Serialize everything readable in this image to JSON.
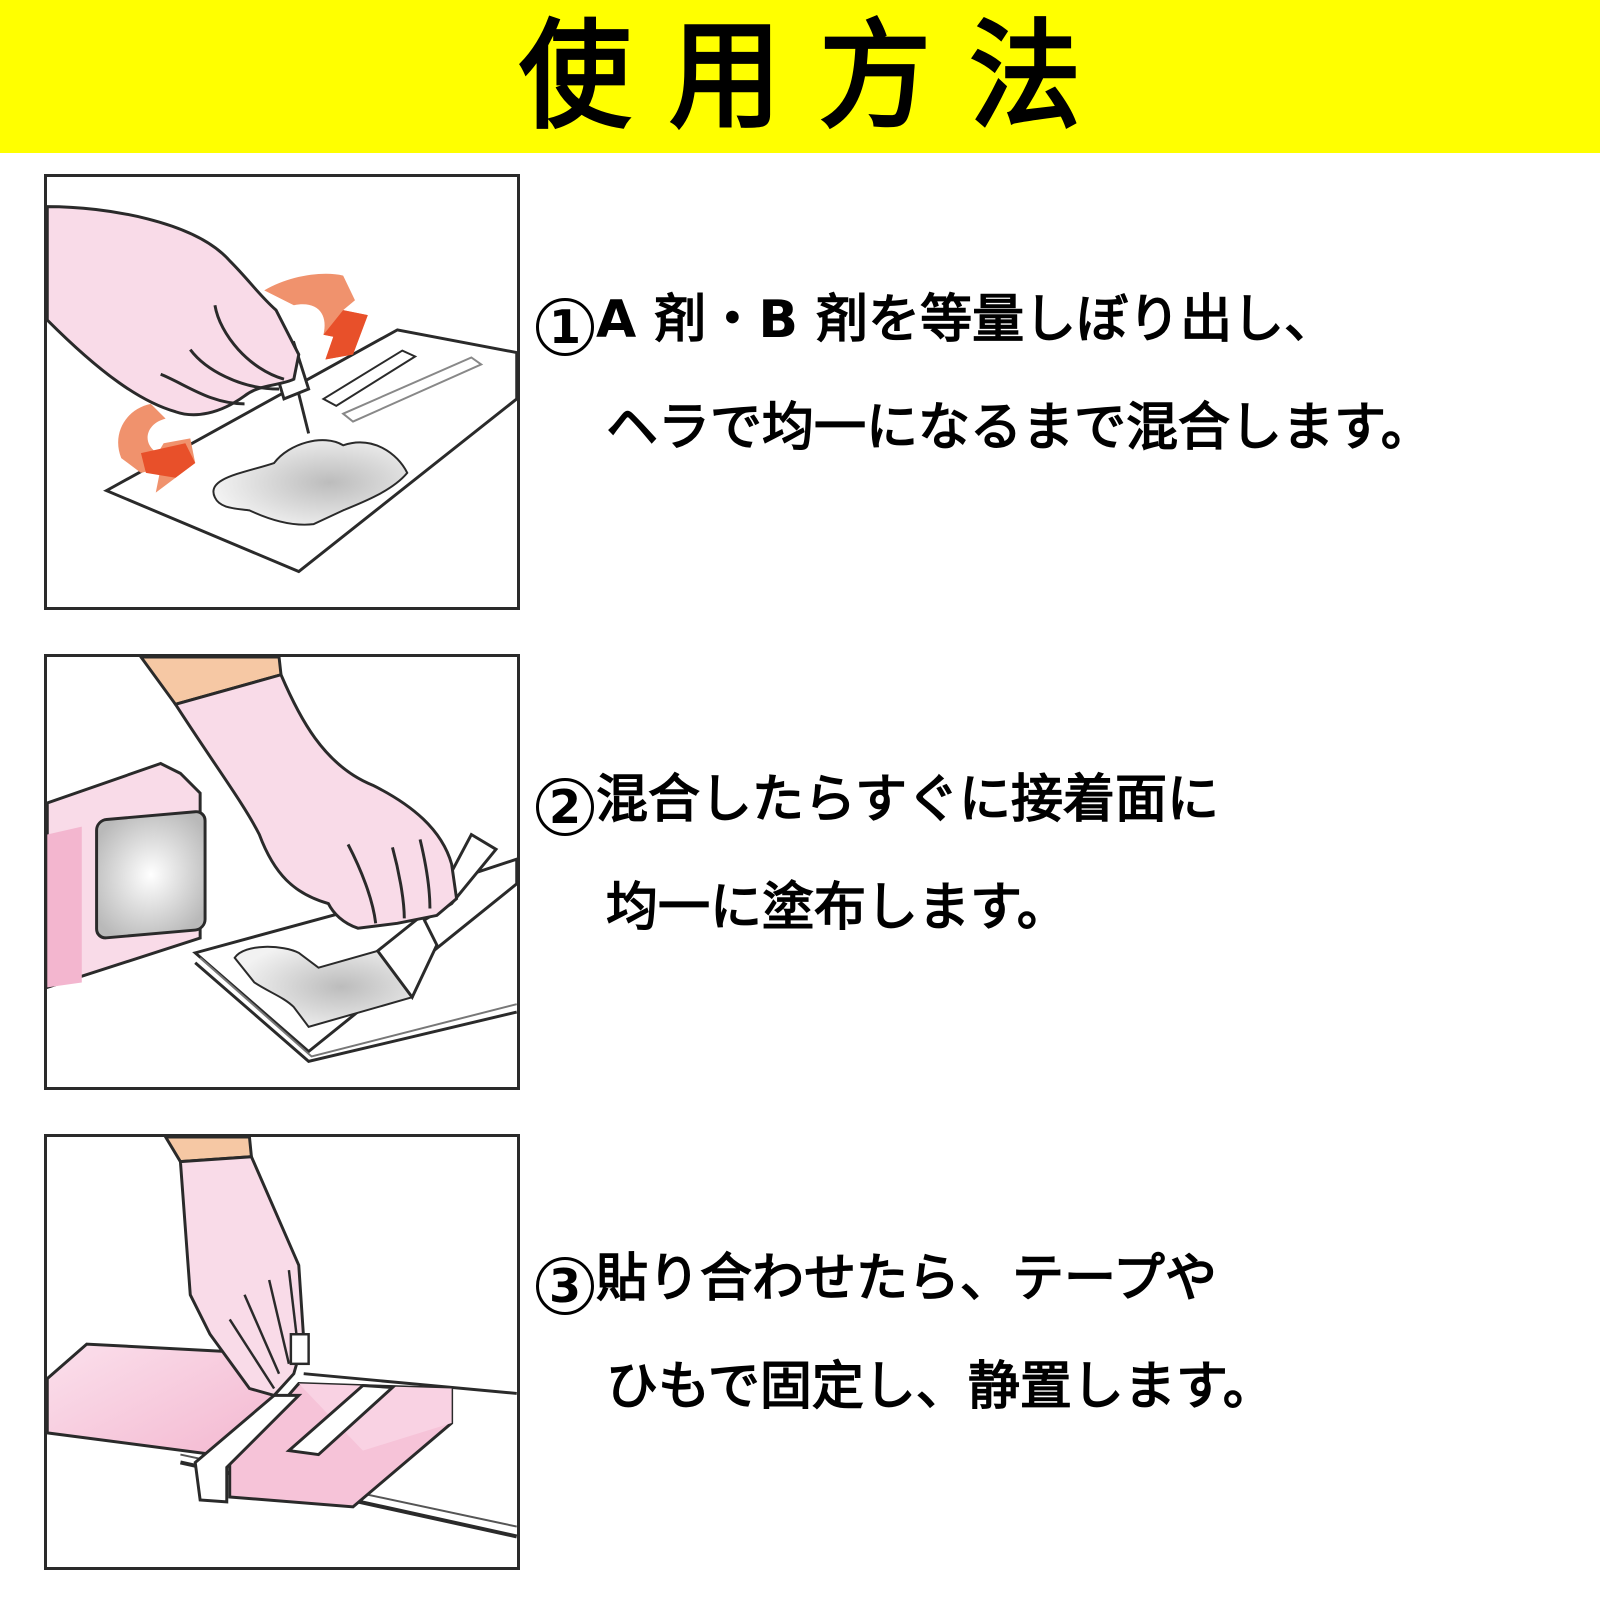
{
  "header": {
    "title": "使用方法",
    "background_color": "#ffff00"
  },
  "steps": [
    {
      "number": "1",
      "line1": "A 剤・B 剤を等量しぼり出し、",
      "line2": "ヘラで均一になるまで混合します。",
      "illustration": "gloved-hand-mixing-two-part-adhesive-with-spatula"
    },
    {
      "number": "2",
      "line1": "混合したらすぐに接着面に",
      "line2": "均一に塗布します。",
      "illustration": "gloved-hand-spreading-adhesive-on-surface"
    },
    {
      "number": "3",
      "line1": "貼り合わせたら、テープや",
      "line2": "ひもで固定し、静置します。",
      "illustration": "gloved-hand-taping-bonded-pieces"
    }
  ],
  "colors": {
    "glove": "#f9dbe8",
    "material": "#f6c3d8",
    "arrow": "#e8502a",
    "arrow_light": "#f0926d",
    "skin": "#f6c8a4",
    "outline": "#2a2a2a"
  }
}
